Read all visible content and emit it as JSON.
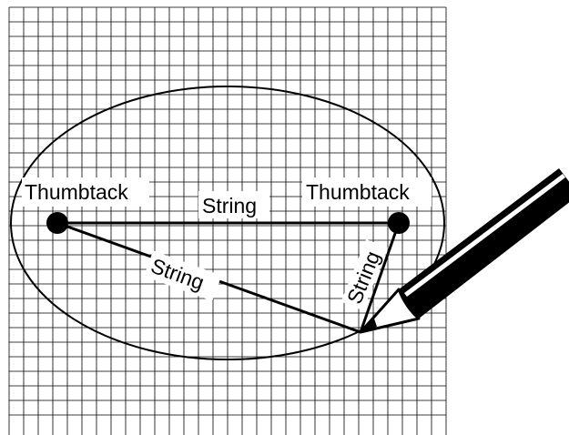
{
  "labels": {
    "tack_left": "Thumbtack",
    "tack_right": "Thumbtack",
    "string_top": "String",
    "string_lower_left": "String",
    "string_right": "String"
  },
  "colors": {
    "ink": "#000000",
    "grid": "#000000",
    "paper": "#ffffff"
  },
  "icons": {
    "pencil": "pencil-icon",
    "thumbtack": "thumbtack-icon"
  }
}
